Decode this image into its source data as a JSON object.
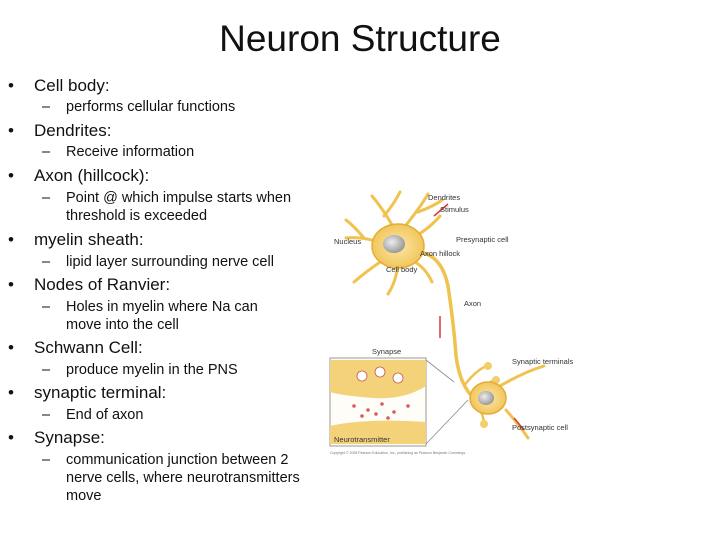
{
  "title": "Neuron Structure",
  "bullets": [
    {
      "label": "Cell body:",
      "sub": "performs cellular functions"
    },
    {
      "label": "Dendrites:",
      "sub": "Receive information"
    },
    {
      "label": "Axon (hillcock):",
      "sub": "Point @ which impulse starts when threshold is exceeded"
    },
    {
      "label": "myelin sheath:",
      "sub": "lipid layer surrounding nerve cell"
    },
    {
      "label": "Nodes of Ranvier:",
      "sub": "Holes in myelin where Na can move into the cell"
    },
    {
      "label": "Schwann Cell:",
      "sub": "produce myelin in the PNS"
    },
    {
      "label": "synaptic terminal:",
      "sub": "End of axon"
    },
    {
      "label": "Synapse:",
      "sub": "communication junction between 2 nerve cells, where neurotransmitters move"
    }
  ],
  "figure": {
    "labels": {
      "dendrites": "Dendrites",
      "stimulus": "Stimulus",
      "nucleus": "Nucleus",
      "presynaptic": "Presynaptic cell",
      "axon_hillock": "Axon hillock",
      "cell_body": "Cell body",
      "axon": "Axon",
      "synapse": "Synapse",
      "synaptic_terminals": "Synaptic terminals",
      "postsynaptic": "Postsynaptic cell",
      "neurotransmitter": "Neurotransmitter",
      "copyright": "Copyright © 2008 Pearson Education, Inc., publishing as Pearson Benjamin Cummings."
    }
  }
}
